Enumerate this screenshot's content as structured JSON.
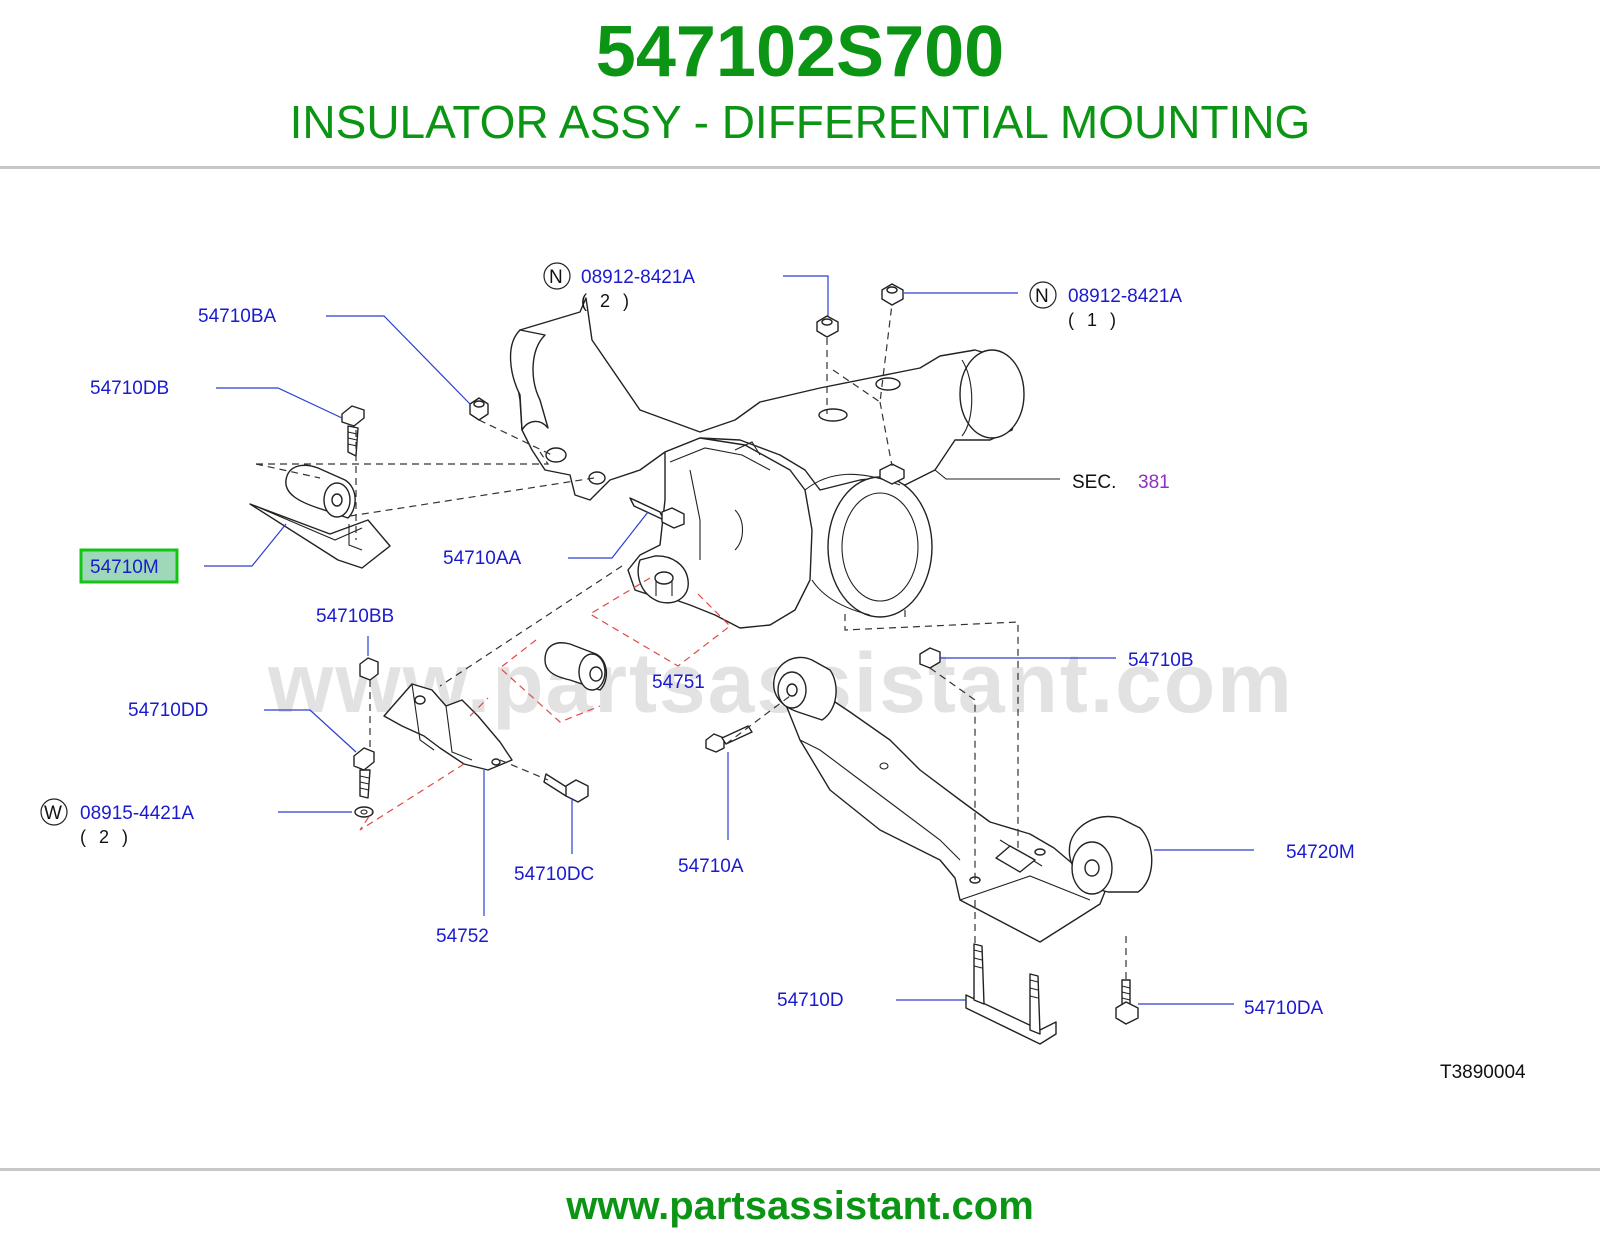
{
  "header": {
    "part_number": "547102S700",
    "part_title": "INSULATOR ASSY - DIFFERENTIAL MOUNTING"
  },
  "watermark": "www.partsassistant.com",
  "footer": {
    "url": "www.partsassistant.com"
  },
  "diagram_code": "T3890004",
  "colors": {
    "accent": "#0c9514",
    "label": "#1a1ad0",
    "section_ref": "#9030c0",
    "highlight_border": "#14c414",
    "highlight_fill": "#9fd8b8",
    "assembly_dash": "#e04848"
  },
  "callouts": {
    "nut_top_left": {
      "marker": "N",
      "code": "08912-8421A",
      "qty": "( 2 )"
    },
    "nut_top_right": {
      "marker": "N",
      "code": "08912-8421A",
      "qty": "( 1 )"
    },
    "washer": {
      "marker": "W",
      "code": "08915-4421A",
      "qty": "( 2 )"
    },
    "p54710BA": "54710BA",
    "p54710DB": "54710DB",
    "p54710M": "54710M",
    "p54710AA": "54710AA",
    "p54710BB": "54710BB",
    "p54751": "54751",
    "p54710B": "54710B",
    "p54710DD": "54710DD",
    "p54710DC": "54710DC",
    "p54710A": "54710A",
    "p54720M": "54720M",
    "p54752": "54752",
    "p54710D": "54710D",
    "p54710DA": "54710DA",
    "sec_label": "SEC.",
    "sec_number": "381"
  },
  "selected_part": "54710M"
}
